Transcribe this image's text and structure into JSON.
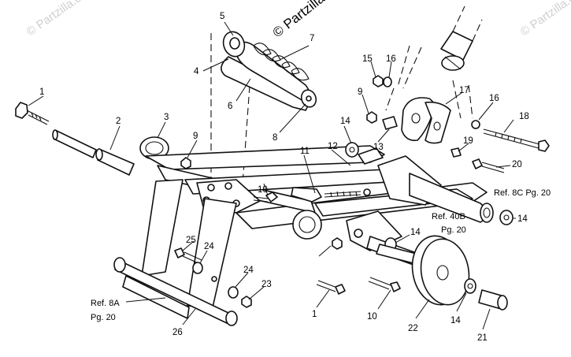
{
  "watermark": {
    "main": "© Partzilla.com",
    "corner_left": "© Partzilla.com",
    "corner_right": "© Partzilla.com"
  },
  "labels": {
    "n1_top": "1",
    "n2": "2",
    "n3": "3",
    "n4": "4",
    "n5": "5",
    "n6": "6",
    "n7": "7",
    "n8": "8",
    "n9_left": "9",
    "n9_right": "9",
    "n10_mid": "10",
    "n10_bottom": "10",
    "n11": "11",
    "n12": "12",
    "n13": "13",
    "n14_left": "14",
    "n14_right": "14",
    "n14_mid": "14",
    "n14_bottom": "14",
    "n15": "15",
    "n16_top": "16",
    "n16_right": "16",
    "n17": "17",
    "n18": "18",
    "n19": "19",
    "n20": "20",
    "n21": "21",
    "n22": "22",
    "n23": "23",
    "n24_a": "24",
    "n24_b": "24",
    "n25": "25",
    "n26": "26",
    "n1_bottom": "1"
  },
  "references": {
    "ref8c": "Ref. 8C Pg. 20",
    "ref40b_line1": "Ref. 40B",
    "ref40b_line2": "Pg. 20",
    "ref8a_line1": "Ref. 8A",
    "ref8a_line2": "Pg. 20"
  }
}
